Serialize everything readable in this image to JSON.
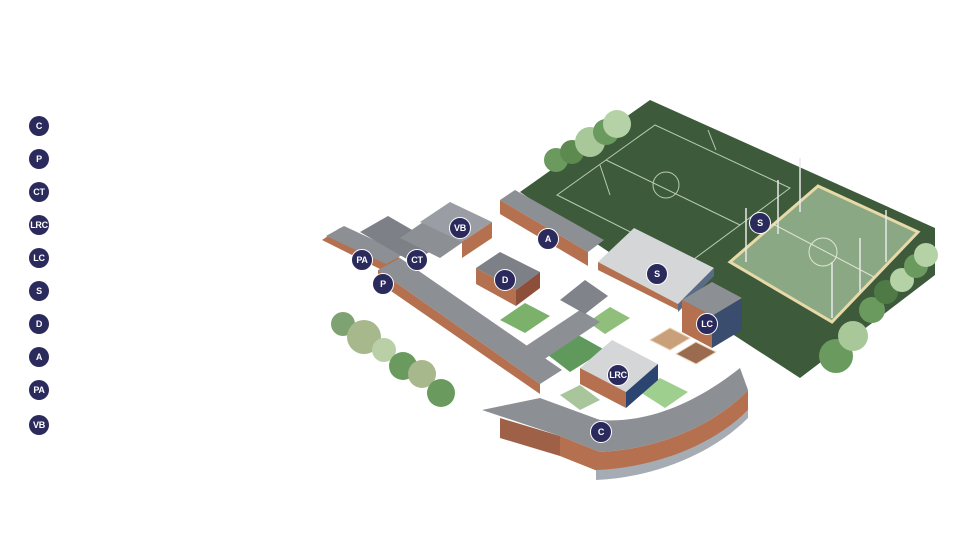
{
  "legend": [
    {
      "code": "C"
    },
    {
      "code": "P"
    },
    {
      "code": "CT"
    },
    {
      "code": "LRC"
    },
    {
      "code": "LC"
    },
    {
      "code": "S"
    },
    {
      "code": "D"
    },
    {
      "code": "A"
    },
    {
      "code": "PA"
    },
    {
      "code": "VB"
    }
  ],
  "map_markers": {
    "c": "C",
    "p": "P",
    "ct": "CT",
    "lrc": "LRC",
    "lc": "LC",
    "s_hall": "S",
    "s_pitch": "S",
    "d": "D",
    "a": "A",
    "pa": "PA",
    "vb": "VB"
  },
  "colors": {
    "badge": "#2b2a5c",
    "pitch_dark": "#3d5a3b",
    "pitch_light": "#7fa06e",
    "roof": "#8c8f94",
    "brick": "#b5714f",
    "lawn": "#7bb16a"
  }
}
